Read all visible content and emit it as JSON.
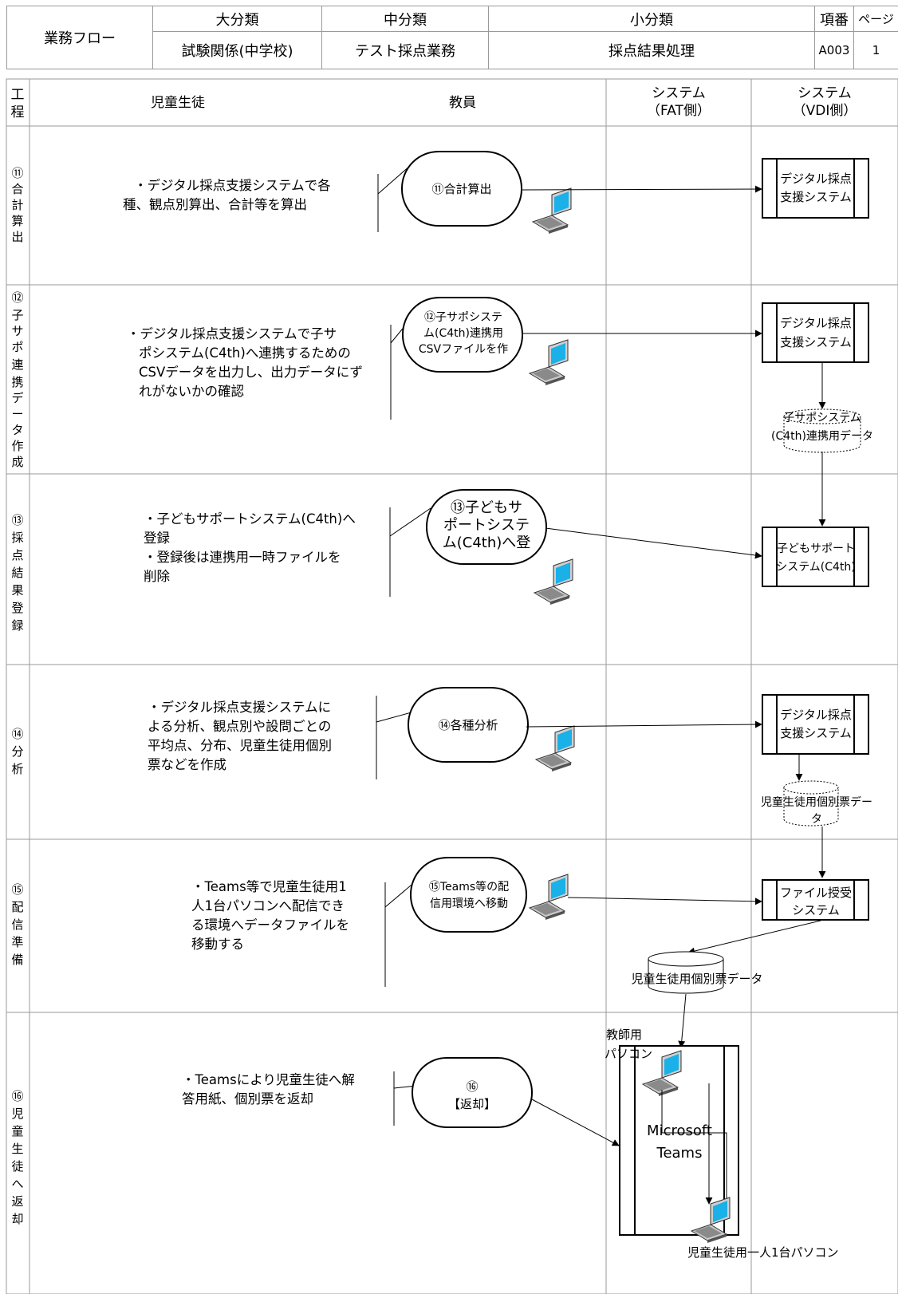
{
  "header": {
    "flow_label": "業務フロー",
    "col_major": "大分類",
    "col_middle": "中分類",
    "col_minor": "小分類",
    "col_item_no": "項番",
    "col_page": "ページ",
    "major": "試験関係(中学校)",
    "middle": "テスト採点業務",
    "minor": "採点結果処理",
    "item_no": "A003",
    "page": "1"
  },
  "lanes": {
    "process": [
      "工",
      "程"
    ],
    "students": "児童生徒",
    "teacher": "教員",
    "system_fat": [
      "システム",
      "（FAT側）"
    ],
    "system_vdi": [
      "システム",
      "（VDI側）"
    ]
  },
  "steps": [
    {
      "label_chars": [
        "⑪",
        "合",
        "計",
        "算",
        "出"
      ],
      "notes": [
        "・デジタル採点支援システムで各",
        "種、観点別算出、合計等を算出"
      ],
      "terminal": [
        "⑪合計算出"
      ],
      "systems": [
        [
          "デジタル採点",
          "支援システム"
        ]
      ],
      "data_stores": []
    },
    {
      "label_chars": [
        "⑫",
        "子",
        "サ",
        "ポ",
        "連",
        "携",
        "デ",
        "ー",
        "タ",
        "作",
        "成"
      ],
      "notes": [
        "・デジタル採点支援システムで子サ",
        "ポシステム(C4th)へ連携するための",
        "CSVデータを出力し、出力データにず",
        "れがないかの確認"
      ],
      "terminal": [
        "⑫子サポシステ",
        "ム(C4th)連携用",
        "CSVファイルを作"
      ],
      "systems": [
        [
          "デジタル採点",
          "支援システム"
        ]
      ],
      "data_stores": [
        [
          "子サポシステム",
          "(C4th)連携用データ"
        ]
      ]
    },
    {
      "label_chars": [
        "⑬",
        "採",
        "点",
        "結",
        "果",
        "登",
        "録"
      ],
      "notes": [
        "・子どもサポートシステム(C4th)へ",
        "登録",
        "・登録後は連携用一時ファイルを",
        "削除"
      ],
      "terminal": [
        "⑬子どもサ",
        "ポートシステ",
        "ム(C4th)へ登"
      ],
      "systems": [
        [
          "子どもサポート",
          "システム(C4th)"
        ]
      ],
      "data_stores": []
    },
    {
      "label_chars": [
        "⑭",
        "分",
        "析"
      ],
      "notes": [
        "・デジタル採点支援システムに",
        "よる分析、観点別や設問ごとの",
        "平均点、分布、児童生徒用個別",
        "票などを作成"
      ],
      "terminal": [
        "⑭各種分析"
      ],
      "systems": [
        [
          "デジタル採点",
          "支援システム"
        ]
      ],
      "data_stores": [
        [
          "児童生徒用個別票デー",
          "タ"
        ]
      ]
    },
    {
      "label_chars": [
        "⑮",
        "配",
        "信",
        "準",
        "備"
      ],
      "notes": [
        "・Teams等で児童生徒用1",
        "人1台パソコンへ配信でき",
        "る環境へデータファイルを",
        "移動する"
      ],
      "terminal": [
        "⑮Teams等の配",
        "信用環境へ移動"
      ],
      "systems": [
        [
          "ファイル授受",
          "システム"
        ]
      ],
      "data_stores": [
        [
          "児童生徒用個別票データ"
        ]
      ]
    },
    {
      "label_chars": [
        "⑯",
        "児",
        "童",
        "生",
        "徒",
        "へ",
        "返",
        "却"
      ],
      "notes": [
        "・Teamsにより児童生徒へ解",
        "答用紙、個別票を返却"
      ],
      "terminal": [
        "⑯",
        "【返却】"
      ],
      "systems": [
        [
          "Microsoft",
          "Teams"
        ]
      ],
      "data_stores": [],
      "teacher_pc_label": [
        "教師用",
        "パソコン"
      ],
      "student_pc_label": "児童生徒用一人1台パソコン"
    }
  ]
}
